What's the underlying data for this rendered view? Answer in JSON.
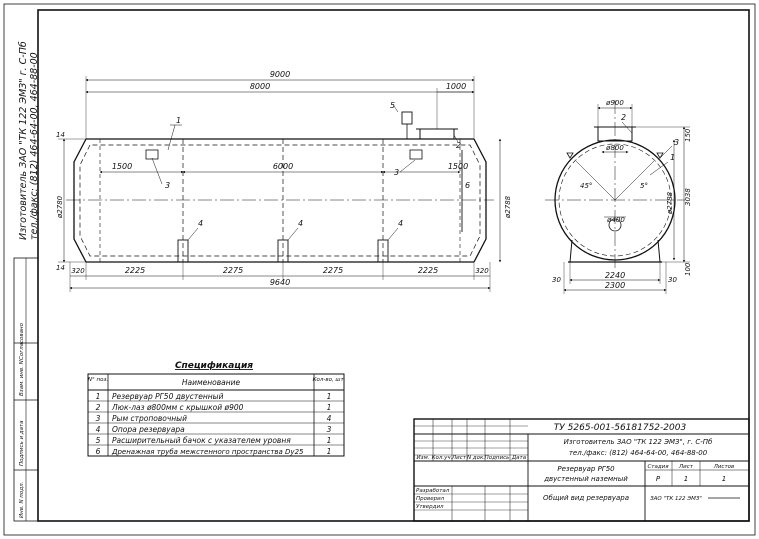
{
  "side_note": {
    "line1": "Изготовитель ЗАО \"ТК 122 ЭМЗ\" г. С-Пб",
    "line2": "тел./факс: (812) 464-64-00, 464-88-00"
  },
  "left_strip": {
    "inv_podl": "Инв. N подл.",
    "podpis_data": "Подпись и дата",
    "vzam_inv": "Взам. инв. N",
    "soglasovano": "Согласовано"
  },
  "front_view": {
    "dims_top": {
      "total": "9000",
      "inner": "8000",
      "right": "1000"
    },
    "dims_mid": {
      "left": "1500",
      "center": "6000",
      "right": "1500"
    },
    "dims_bottom": {
      "e1": "320",
      "s1": "2225",
      "s2": "2275",
      "s3": "2275",
      "s4": "2225",
      "e2": "320",
      "total": "9640"
    },
    "dim_left_top": "14",
    "dim_left_bottom": "14",
    "dim_dia_left": "ø2780",
    "dim_dia_right": "ø2788",
    "callouts": {
      "c1": "1",
      "c2": "2",
      "c3a": "3",
      "c3b": "3",
      "c4a": "4",
      "c4b": "4",
      "c4c": "4",
      "c5": "5",
      "c6": "6"
    }
  },
  "side_view": {
    "dim_top": "ø900",
    "dim_hatch": "ø800",
    "dim_pipe": "ø400",
    "angle_left": "45°",
    "angle_right": "5°",
    "dim_150": "150",
    "dim_dia": "ø2788",
    "dim_3038": "3038",
    "dim_100": "100",
    "dim_30_l": "30",
    "dim_30_r": "30",
    "dim_2240": "2240",
    "dim_2300": "2300",
    "callouts": {
      "c2": "2",
      "c3": "3",
      "c1": "1"
    }
  },
  "spec": {
    "title": "Спецификация",
    "headers": {
      "num": "N° поз.",
      "name": "Наименование",
      "qty": "Кол-во, шт."
    },
    "rows": [
      {
        "num": "1",
        "name": "Резервуар РГ50 двустенный",
        "qty": "1"
      },
      {
        "num": "2",
        "name": "Люк-лаз ø800мм с крышкой ø900",
        "qty": "1"
      },
      {
        "num": "3",
        "name": "Рым строповочный",
        "qty": "4"
      },
      {
        "num": "4",
        "name": "Опора резервуара",
        "qty": "3"
      },
      {
        "num": "5",
        "name": "Расширительный бачок с указателем уровня",
        "qty": "1"
      },
      {
        "num": "6",
        "name": "Дренажная труба межстенного пространства Dy25",
        "qty": "1"
      }
    ]
  },
  "title_block": {
    "doc_code": "ТУ 5265-001-56181752-2003",
    "maker1": "Изготовитель ЗАО \"ТК 122 ЭМЗ\", г. С-Пб",
    "maker2": "тел./факс: (812) 464-64-00, 464-88-00",
    "product1": "Резервуар РГ50",
    "product2": "двустенный наземный",
    "view": "Общий вид резервуара",
    "company": "ЗАО \"ТК 122 ЭМЗ\"",
    "cols": {
      "izm": "Изм.",
      "kol": "Кол.уч.",
      "list": "Лист",
      "ndok": "N док.",
      "podp": "Подпись",
      "data": "Дата"
    },
    "stage_h": "Стадия",
    "list_h": "Лист",
    "lists_h": "Листов",
    "stage": "Р",
    "list": "1",
    "lists": "1",
    "razrab": "Разработал",
    "prov": "Проверил",
    "utv": "Утвердил"
  }
}
